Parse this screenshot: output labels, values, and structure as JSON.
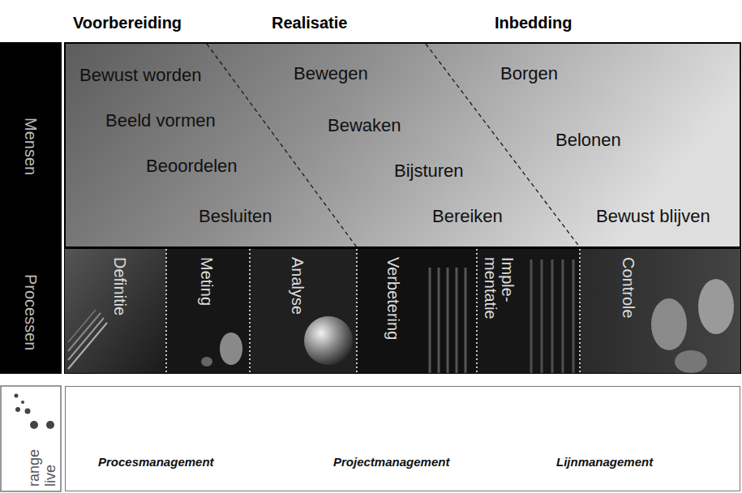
{
  "diagram": {
    "nodes": [
      {
        "text": [
          "Mensen"
        ]
      },
      {
        "text": [
          "Processen"
        ]
      },
      {
        "text": [
          "Definitie"
        ]
      },
      {
        "text": [
          "Meting"
        ]
      },
      {
        "text": [
          "Analyse"
        ]
      },
      {
        "text": [
          "Verbetering"
        ]
      },
      {
        "text": [
          "Imple- mentatie"
        ]
      },
      {
        "text": [
          "Controle"
        ]
      },
      {
        "text": [
          "Procesmanagement",
          "Projectmanagement",
          "Lijnmanagement"
        ]
      }
    ],
    "labels": [
      "Voorbereiding",
      "Realisatie",
      "Inbedding",
      "Bewust worden",
      "Beeld vormen",
      "Beoordelen",
      "Besluiten",
      "Bewegen",
      "Bewaken",
      "Bijsturen",
      "Bereiken",
      "Borgen",
      "Belonen",
      "Bewust blijven",
      "range",
      "live"
    ]
  }
}
